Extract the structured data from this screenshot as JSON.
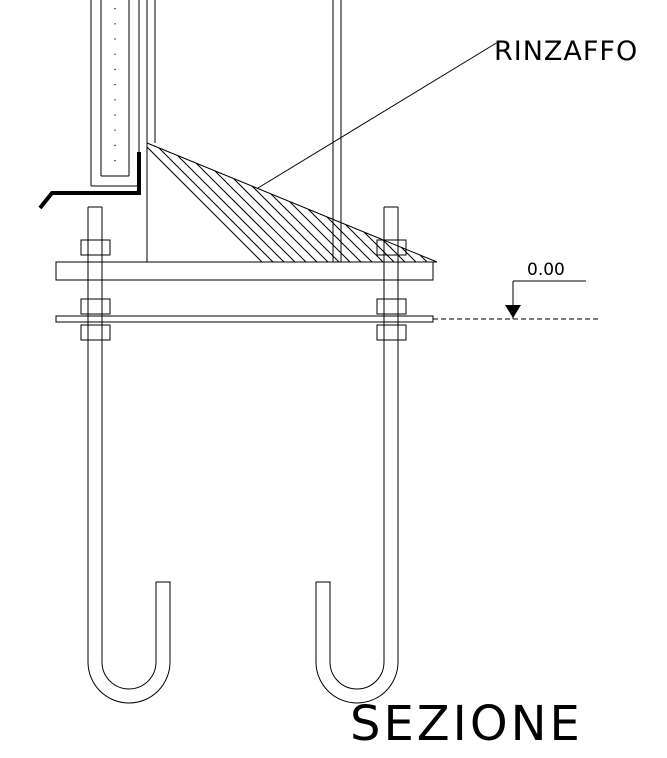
{
  "drawing": {
    "leader_label": "RINZAFFO",
    "level_label": "0.00",
    "section_title": "SEZIONE"
  }
}
